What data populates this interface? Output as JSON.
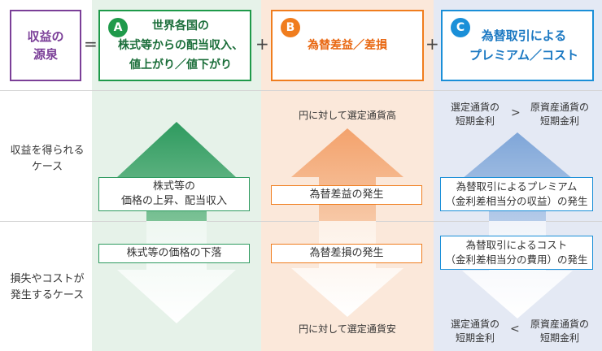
{
  "source": {
    "label": "収益の\n源泉"
  },
  "operators": {
    "equals": "=",
    "plus_1": "+",
    "plus_2": "+"
  },
  "columns": {
    "a": {
      "badge": "A",
      "title": "世界各国の\n株式等からの配当収入、\n値上がり／値下がり",
      "gain_label": "株式等の\n価格の上昇、配当収入",
      "loss_label": "株式等の価格の下落",
      "color": "#1e9a4a",
      "bg": "#e6f2e9"
    },
    "b": {
      "badge": "B",
      "title": "為替差益／差損",
      "top_text": "円に対して選定通貨高",
      "gain_label": "為替差益の発生",
      "loss_label": "為替差損の発生",
      "bottom_text": "円に対して選定通貨安",
      "color": "#f07d1e",
      "bg": "#fbe8da"
    },
    "c": {
      "badge": "C",
      "title": "為替取引による\nプレミアム／コスト",
      "top_left": "選定通貨の\n短期金利",
      "top_op": ">",
      "top_right": "原資産通貨の\n短期金利",
      "gain_label": "為替取引によるプレミアム\n（金利差相当分の収益）の発生",
      "loss_label": "為替取引によるコスト\n（金利差相当分の費用）の発生",
      "bottom_left": "選定通貨の\n短期金利",
      "bottom_op": "<",
      "bottom_right": "原資産通貨の\n短期金利",
      "color": "#1a8fd8",
      "bg": "#e4e9f4"
    }
  },
  "cases": {
    "gain": "収益を得られる\nケース",
    "loss": "損失やコストが\n発生するケース"
  },
  "arrow_colors": {
    "a": "#2e9a5f",
    "b": "#f3ab7a",
    "c": "#8db0dc"
  }
}
